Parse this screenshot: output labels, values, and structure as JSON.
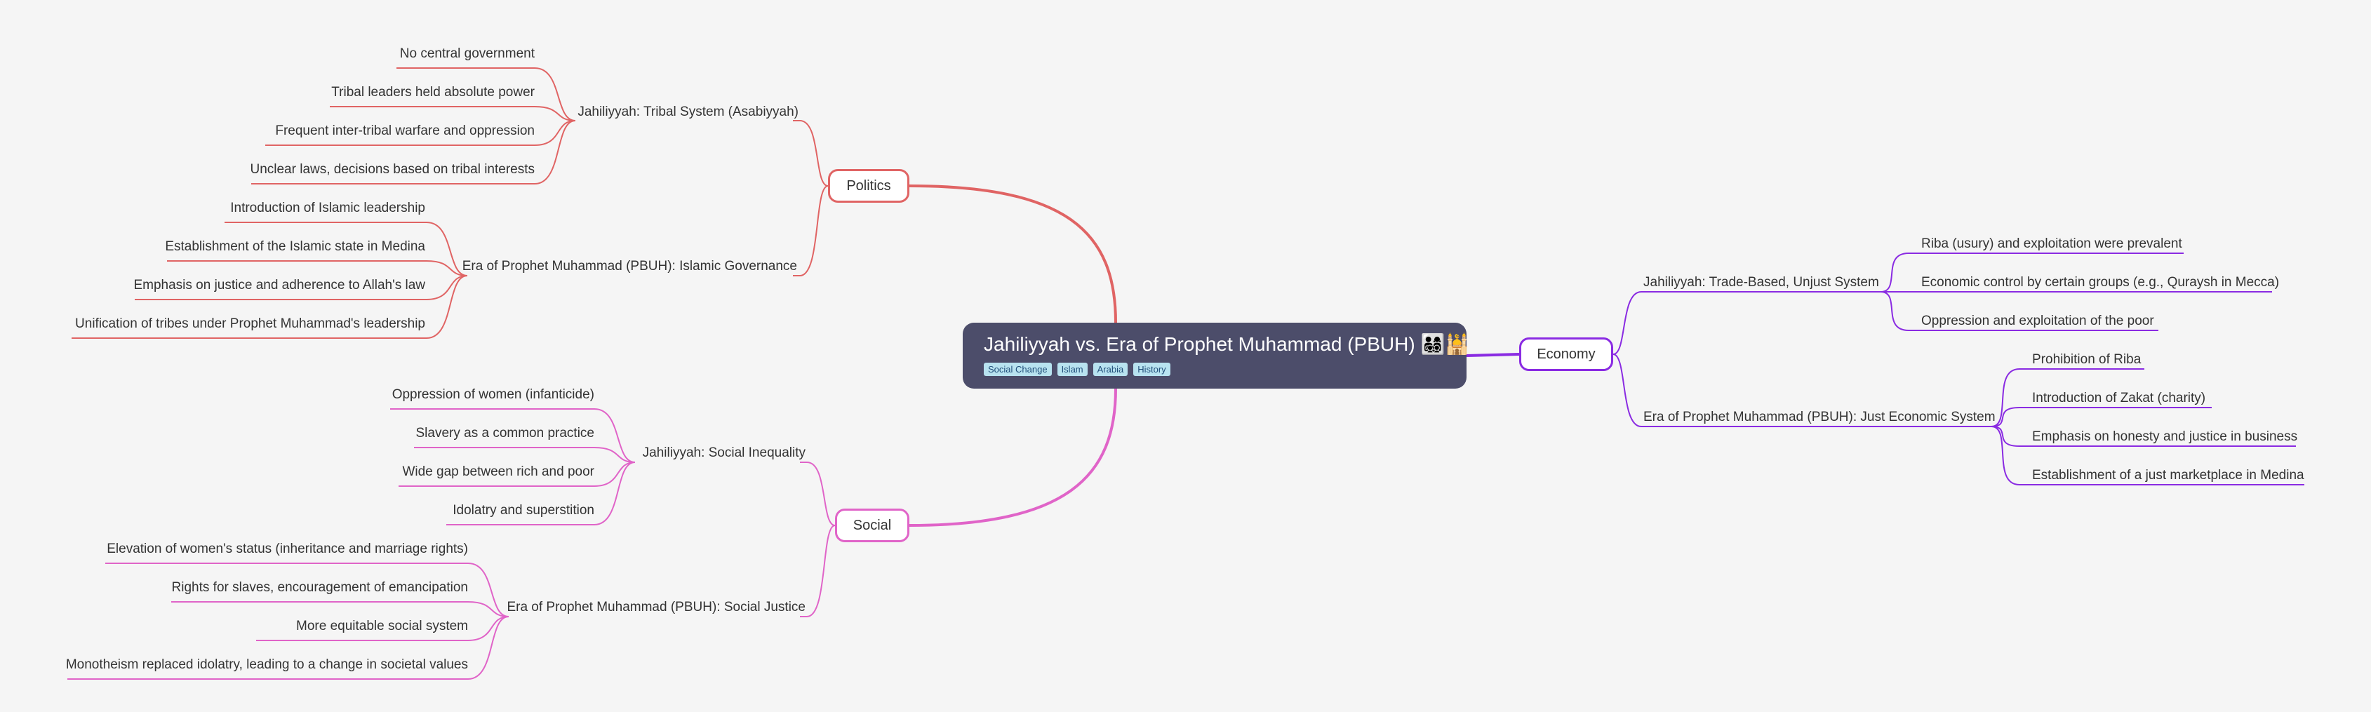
{
  "root": {
    "title": "Jahiliyyah vs. Era of Prophet Muhammad (PBUH) 👨‍👩‍👧‍👦🕌",
    "tags": [
      "Social Change",
      "Islam",
      "Arabia",
      "History"
    ]
  },
  "branches": {
    "politics": {
      "label": "Politics",
      "color": "#e06464",
      "subs": [
        {
          "label": "Jahiliyyah: Tribal System (Asabiyyah)",
          "leaves": [
            "No central government",
            "Tribal leaders held absolute power",
            "Frequent inter-tribal warfare and oppression",
            "Unclear laws, decisions based on tribal interests"
          ]
        },
        {
          "label": "Era of Prophet Muhammad (PBUH): Islamic Governance",
          "leaves": [
            "Introduction of Islamic leadership",
            "Establishment of the Islamic state in Medina",
            "Emphasis on justice and adherence to Allah's law",
            "Unification of tribes under Prophet Muhammad's leadership"
          ]
        }
      ]
    },
    "social": {
      "label": "Social",
      "color": "#e064c8",
      "subs": [
        {
          "label": "Jahiliyyah: Social Inequality",
          "leaves": [
            "Oppression of women (infanticide)",
            "Slavery as a common practice",
            "Wide gap between rich and poor",
            "Idolatry and superstition"
          ]
        },
        {
          "label": "Era of Prophet Muhammad (PBUH): Social Justice",
          "leaves": [
            "Elevation of women's status (inheritance and marriage rights)",
            "Rights for slaves, encouragement of emancipation",
            "More equitable social system",
            "Monotheism replaced idolatry, leading to a change in societal values"
          ]
        }
      ]
    },
    "economy": {
      "label": "Economy",
      "color": "#8a2be2",
      "subs": [
        {
          "label": "Jahiliyyah: Trade-Based, Unjust System",
          "leaves": [
            "Riba (usury) and exploitation were prevalent",
            "Economic control by certain groups (e.g., Quraysh in Mecca)",
            "Oppression and exploitation of the poor"
          ]
        },
        {
          "label": "Era of Prophet Muhammad (PBUH): Just Economic System",
          "leaves": [
            "Prohibition of Riba",
            "Introduction of Zakat (charity)",
            "Emphasis on honesty and justice in business",
            "Establishment of a just marketplace in Medina"
          ]
        }
      ]
    }
  }
}
